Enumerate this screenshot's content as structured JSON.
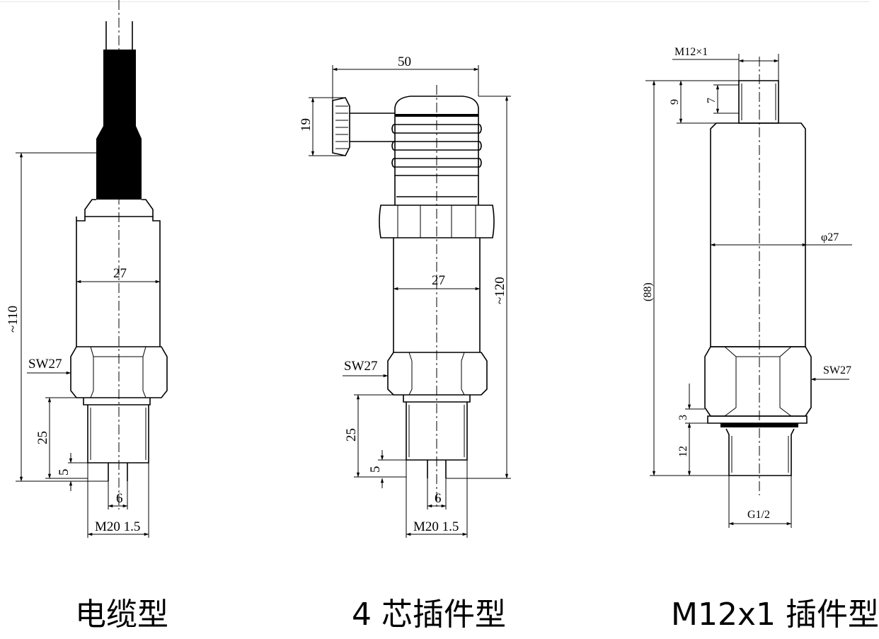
{
  "views": [
    {
      "caption": "电缆型",
      "dims": {
        "width": "27",
        "hex": "SW27",
        "overall": "~110",
        "thread_len": "25",
        "tip_len": "5",
        "tip_dia": "6",
        "thread": "M20  1.5"
      }
    },
    {
      "caption": "4 芯插件型",
      "dims": {
        "plug_w": "50",
        "plug_h": "19",
        "width": "27",
        "hex": "SW27",
        "overall": "~120",
        "thread_len": "25",
        "tip_len": "5",
        "tip_dia": "6",
        "thread": "M20  1.5"
      }
    },
    {
      "caption": "M12x1 插件型",
      "dims": {
        "connector": "M12×1",
        "top_a": "9",
        "top_b": "7",
        "diameter": "φ27",
        "overall": "(88)",
        "hex": "SW27",
        "seal": "3",
        "thread_len": "12",
        "thread": "G1/2"
      }
    }
  ],
  "colors": {
    "line": "#000000",
    "background": "#ffffff"
  }
}
